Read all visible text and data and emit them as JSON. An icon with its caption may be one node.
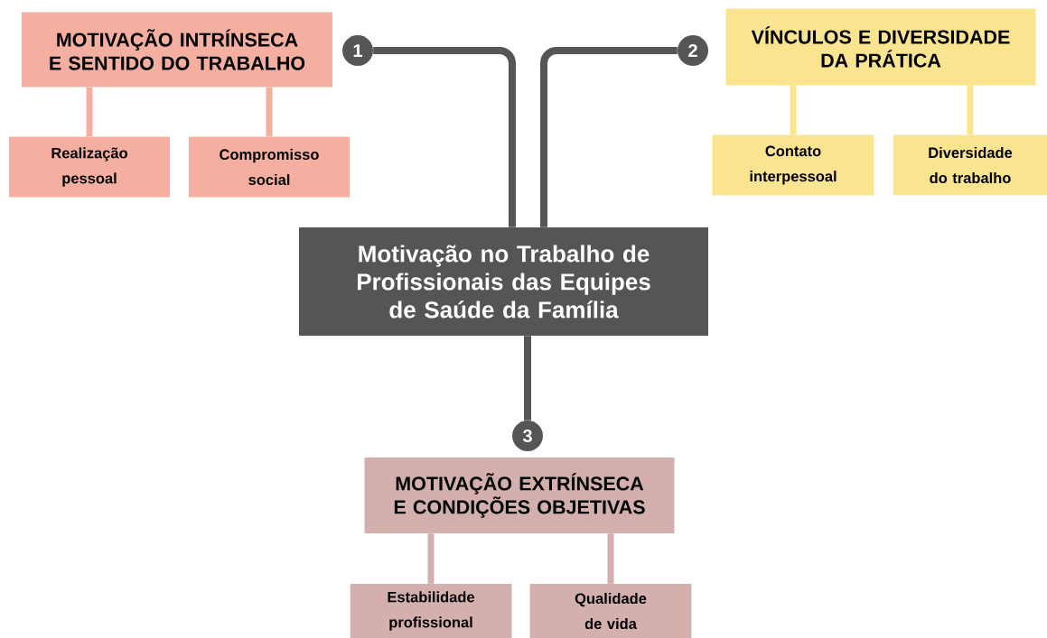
{
  "diagram": {
    "nodes": [
      {
        "text": [
          "Motivação no Trabalho de Profissionais das Equipes de Saúde da Família"
        ]
      },
      {
        "text": [
          "1"
        ]
      },
      {
        "text": [
          "MOTIVAÇÃO INTRÍNSECA E SENTIDO DO TRABALHO"
        ]
      },
      {
        "text": [
          "Realização pessoal"
        ]
      },
      {
        "text": [
          "Compromisso social"
        ]
      },
      {
        "text": [
          "2"
        ]
      },
      {
        "text": [
          "VÍNCULOS E DIVERSIDADE DA PRÁTICA"
        ]
      },
      {
        "text": [
          "Contato interpessoal"
        ]
      },
      {
        "text": [
          "Diversidade do trabalho"
        ]
      },
      {
        "text": [
          "3"
        ]
      },
      {
        "text": [
          "MOTIVAÇÃO EXTRÍNSECA E CONDIÇÕES OBJETIVAS"
        ]
      },
      {
        "text": [
          "Estabilidade profissional"
        ]
      },
      {
        "text": [
          "Qualidade de vida"
        ]
      }
    ],
    "edges": [
      {
        "from": 0,
        "to": 1,
        "arrow": "none",
        "color": "#555555"
      },
      {
        "from": 0,
        "to": 5,
        "arrow": "none",
        "color": "#555555"
      },
      {
        "from": 0,
        "to": 9,
        "arrow": "none",
        "color": "#555555"
      },
      {
        "from": 2,
        "to": 3,
        "arrow": "none",
        "color": "#f4afa0"
      },
      {
        "from": 2,
        "to": 4,
        "arrow": "none",
        "color": "#f4afa0"
      },
      {
        "from": 6,
        "to": 7,
        "arrow": "none",
        "color": "#fbe48f"
      },
      {
        "from": 6,
        "to": 8,
        "arrow": "none",
        "color": "#fbe48f"
      },
      {
        "from": 10,
        "to": 11,
        "arrow": "none",
        "color": "#d3afad"
      },
      {
        "from": 10,
        "to": 12,
        "arrow": "none",
        "color": "#d3afad"
      }
    ]
  }
}
